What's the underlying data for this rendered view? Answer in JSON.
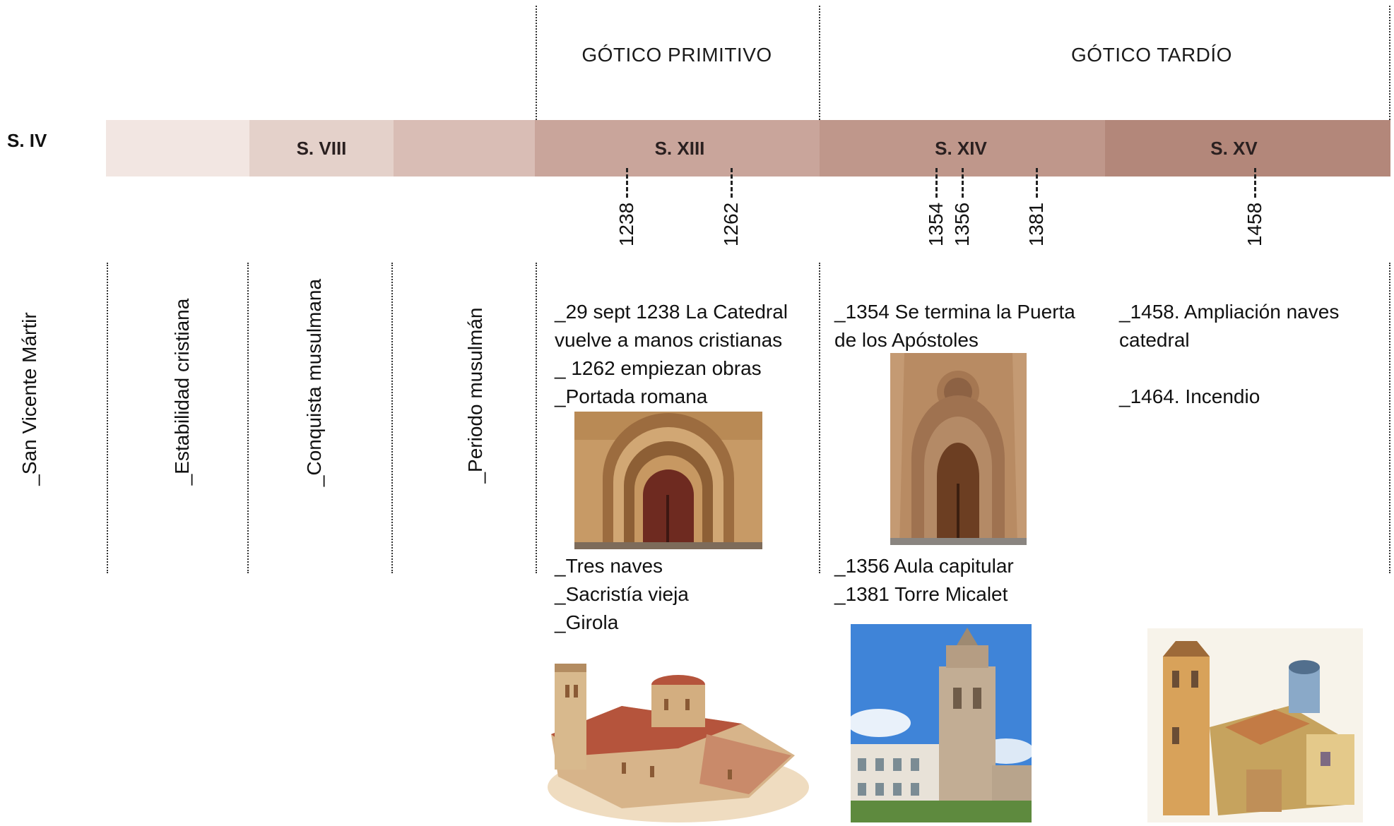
{
  "periods": {
    "early": "GÓTICO PRIMITIVO",
    "late": "GÓTICO TARDÍO"
  },
  "centuries": {
    "s4": "S. IV",
    "s8": "S. VIII",
    "s13": "S. XIII",
    "s14": "S. XIV",
    "s15": "S. XV"
  },
  "band_colors": [
    "#f2e6e2",
    "#e4d1ca",
    "#d9bdb5",
    "#c9a59b",
    "#bf978b",
    "#b3877a"
  ],
  "years": [
    "1238",
    "1262",
    "1354",
    "1356",
    "1381",
    "1458"
  ],
  "pre_events": [
    "_San Vicente Mártir",
    "_Estabilidad cristiana",
    "_Conquista musulmana",
    "_Periodo musulmán"
  ],
  "s13_events": {
    "top": [
      "_29 sept 1238 La Catedral",
      "vuelve a manos cristianas",
      "_ 1262 empiezan obras",
      "_Portada romana"
    ],
    "bottom": [
      "_Tres naves",
      "_Sacristía vieja",
      "_Girola"
    ]
  },
  "s14_events": {
    "top": [
      "_1354 Se termina la Puerta",
      "de los Apóstoles"
    ],
    "bottom": [
      "_1356 Aula capitular",
      "_1381 Torre Micalet"
    ]
  },
  "s15_events": {
    "line1": "_1458. Ampliación naves",
    "line2": "catedral",
    "line3": "_1464. Incendio"
  },
  "images": {
    "romanesque_portal": "romanesque-portal-photo",
    "apostles_door": "apostles-door-photo",
    "early_cathedral_model": "cathedral-model-illustration",
    "micalet_tower": "micalet-tower-photo",
    "late_cathedral_model": "late-cathedral-illustration"
  }
}
